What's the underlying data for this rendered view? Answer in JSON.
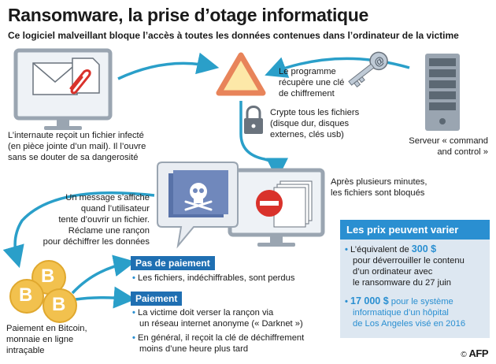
{
  "title": "Ransomware, la prise d’otage informatique",
  "subtitle": "Ce logiciel malveillant bloque l’accès à toutes les données contenues dans l’ordinateur de la victime",
  "victim": {
    "lines": [
      "L’internaute reçoit un fichier infecté",
      "(en pièce jointe d’un mail). Il l’ouvre",
      "sans se douter de sa dangerosité"
    ]
  },
  "program_key": {
    "lines": [
      "Le programme",
      "récupère une clé",
      "de chiffrement"
    ]
  },
  "server": {
    "lines": [
      "Serveur « command",
      "and control »"
    ]
  },
  "encrypt": {
    "lines": [
      "Crypte tous les fichiers",
      "(disque dur, disques",
      "externes, clés usb)"
    ]
  },
  "blocked": {
    "lines": [
      "Après plusieurs minutes,",
      "les fichiers sont bloqués"
    ]
  },
  "message": {
    "lines": [
      "Un message s’affiche",
      "quand l’utilisateur",
      "tente d’ouvrir un fichier.",
      "Réclame une rançon",
      "pour déchiffrer les données"
    ]
  },
  "no_payment": {
    "header": "Pas de paiement",
    "bullet": "Les fichiers, indéchiffrables, sont perdus"
  },
  "payment": {
    "header": "Paiement",
    "bullets": [
      [
        "La victime doit verser la rançon via",
        "un réseau internet anonyme (« Darknet »)"
      ],
      [
        "En général, il reçoit la clé de déchiffrement",
        "moins d’une heure plus tard"
      ]
    ]
  },
  "bitcoin": {
    "lines": [
      "Paiement en Bitcoin,",
      "monnaie en ligne",
      "intraçable"
    ],
    "symbol": "B"
  },
  "prices": {
    "header": "Les prix peuvent varier",
    "item1_pre": "L’équivalent de ",
    "item1_value": "300 $",
    "item1_lines": [
      "pour déverrouiller le contenu",
      "d’un ordinateur avec",
      "le ransomware du 27 juin"
    ],
    "item2_value": "17 000 $",
    "item2_post": " pour le système",
    "item2_lines": [
      "informatique d’un hôpital",
      "de Los Angeles visé en 2016"
    ]
  },
  "credit": {
    "symbol": "©",
    "agency": "AFP"
  },
  "colors": {
    "blue": "#2a8fd1",
    "dark_blue": "#1f6fb2",
    "teal": "#2a9fc9",
    "light_blue": "#dde7f1",
    "warning_orange": "#e8845a",
    "gold": "#f2c14e",
    "stop_red": "#d9322b",
    "grey_screen": "#9aa5b1"
  },
  "icons": [
    "envelope-icon",
    "paperclip-icon",
    "warning-triangle-icon",
    "key-icon",
    "server-icon",
    "padlock-icon",
    "skull-icon",
    "stop-icon",
    "bitcoin-icon"
  ]
}
